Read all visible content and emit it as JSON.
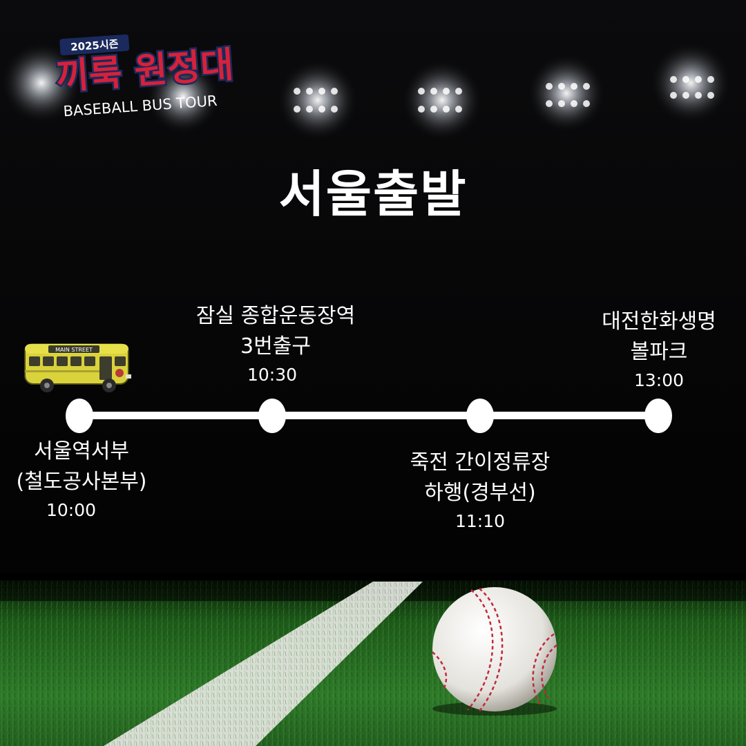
{
  "logo": {
    "season": "2025시즌",
    "name": "끼룩 원정대",
    "subtitle": "BASEBALL BUS TOUR"
  },
  "title": "서울출발",
  "bus": {
    "sign": "MAIN STREET",
    "icon": "bus-icon"
  },
  "stops": [
    {
      "line1": "서울역서부",
      "line2": "(철도공사본부)",
      "time": "10:00"
    },
    {
      "line1": "잠실 종합운동장역",
      "line2": "3번출구",
      "time": "10:30"
    },
    {
      "line1": "죽전 간이정류장",
      "line2": "하행(경부선)",
      "time": "11:10"
    },
    {
      "line1": "대전한화생명",
      "line2": "볼파크",
      "time": "13:00"
    }
  ],
  "colors": {
    "background": "#000000",
    "text": "#ffffff",
    "logo_red": "#d6213a",
    "logo_navy": "#1b2a5c",
    "bus_yellow": "#d9d23a",
    "grass": "#2f7a2a"
  }
}
